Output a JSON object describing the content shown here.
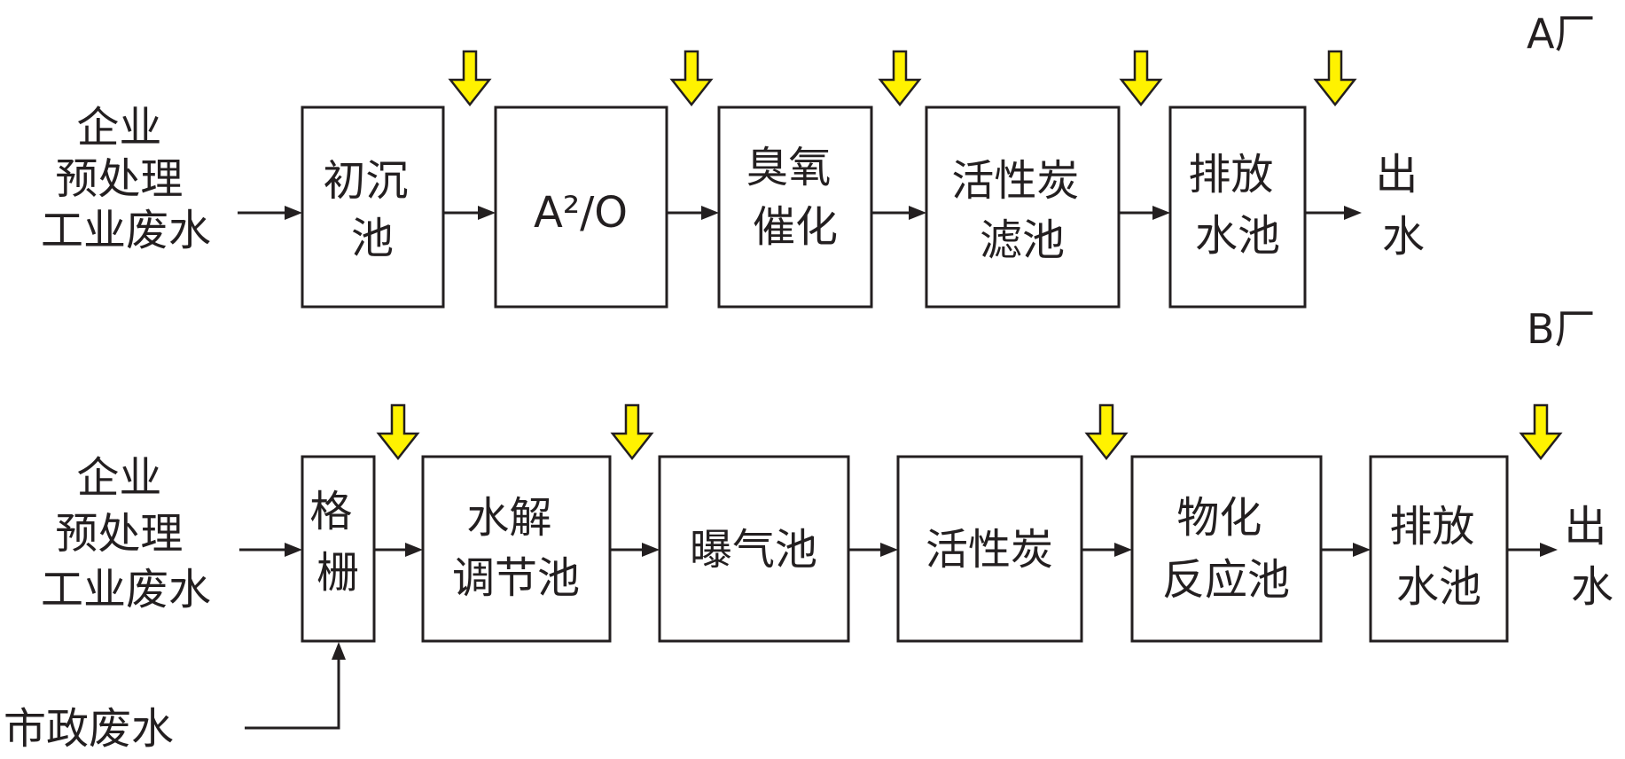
{
  "plants": [
    {
      "id": "a",
      "name": "A厂",
      "inputs": [
        {
          "lines": [
            "企业",
            "预处理",
            "工业废水"
          ]
        }
      ],
      "steps": [
        {
          "lines": [
            "初沉",
            "池"
          ]
        },
        {
          "lines": [
            "A²/O"
          ]
        },
        {
          "lines": [
            "臭氧",
            "催化"
          ]
        },
        {
          "lines": [
            "活性炭",
            "滤池"
          ]
        },
        {
          "lines": [
            "排放",
            "水池"
          ]
        }
      ],
      "output": {
        "lines": [
          "出",
          "水"
        ]
      }
    },
    {
      "id": "b",
      "name": "B厂",
      "inputs": [
        {
          "lines": [
            "企业",
            "预处理",
            "工业废水"
          ]
        },
        {
          "lines": [
            "市政废水"
          ]
        }
      ],
      "steps": [
        {
          "lines": [
            "格",
            "栅"
          ]
        },
        {
          "lines": [
            "水解",
            "调节池"
          ]
        },
        {
          "lines": [
            "曝气池"
          ]
        },
        {
          "lines": [
            "活性炭"
          ]
        },
        {
          "lines": [
            "物化",
            "反应池"
          ]
        },
        {
          "lines": [
            "排放",
            "水池"
          ]
        }
      ],
      "output": {
        "lines": [
          "出",
          "水"
        ]
      }
    }
  ],
  "colors": {
    "line": "#231f20",
    "sampling_marker": "#fff200"
  },
  "icons": {
    "sampling_point": "down-arrow-icon"
  }
}
